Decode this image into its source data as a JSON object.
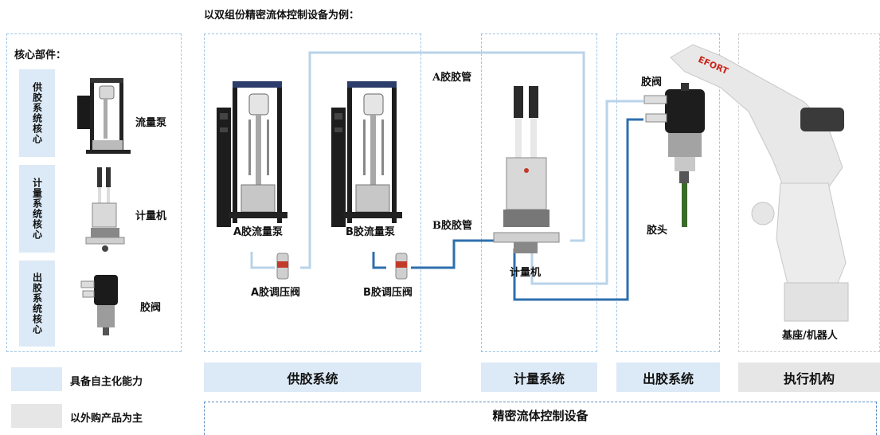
{
  "header": "以双组份精密流体控制设备为例：",
  "left_panel": {
    "title": "核心部件：",
    "rows": [
      {
        "category": "供胶系统核心",
        "item": "流量泵"
      },
      {
        "category": "计量系统核心",
        "item": "计量机"
      },
      {
        "category": "出胶系统核心",
        "item": "胶阀"
      }
    ]
  },
  "diagram": {
    "pump_a": "A胶流量泵",
    "pump_b": "B胶流量泵",
    "valve_a": "A胶调压阀",
    "valve_b": "B胶调压阀",
    "pipe_a": "A胶胶管",
    "pipe_b": "B胶胶管",
    "meter": "计量机",
    "glue_valve": "胶阀",
    "nozzle": "胶头",
    "robot": "基座/机器人",
    "robot_brand": "EFORT"
  },
  "systems": [
    {
      "label": "供胶系统"
    },
    {
      "label": "计量系统"
    },
    {
      "label": "出胶系统"
    },
    {
      "label": "执行机构"
    }
  ],
  "legend": [
    {
      "label": "具备自主化能力",
      "color": "#dce9f6"
    },
    {
      "label": "以外购产品为主",
      "color": "#e6e6e6"
    }
  ],
  "bottom_label": "精密流体控制设备",
  "colors": {
    "pipe_light": "#b9d3ea",
    "pipe_dark": "#2f6fae",
    "dash": "#9fc5e4"
  }
}
